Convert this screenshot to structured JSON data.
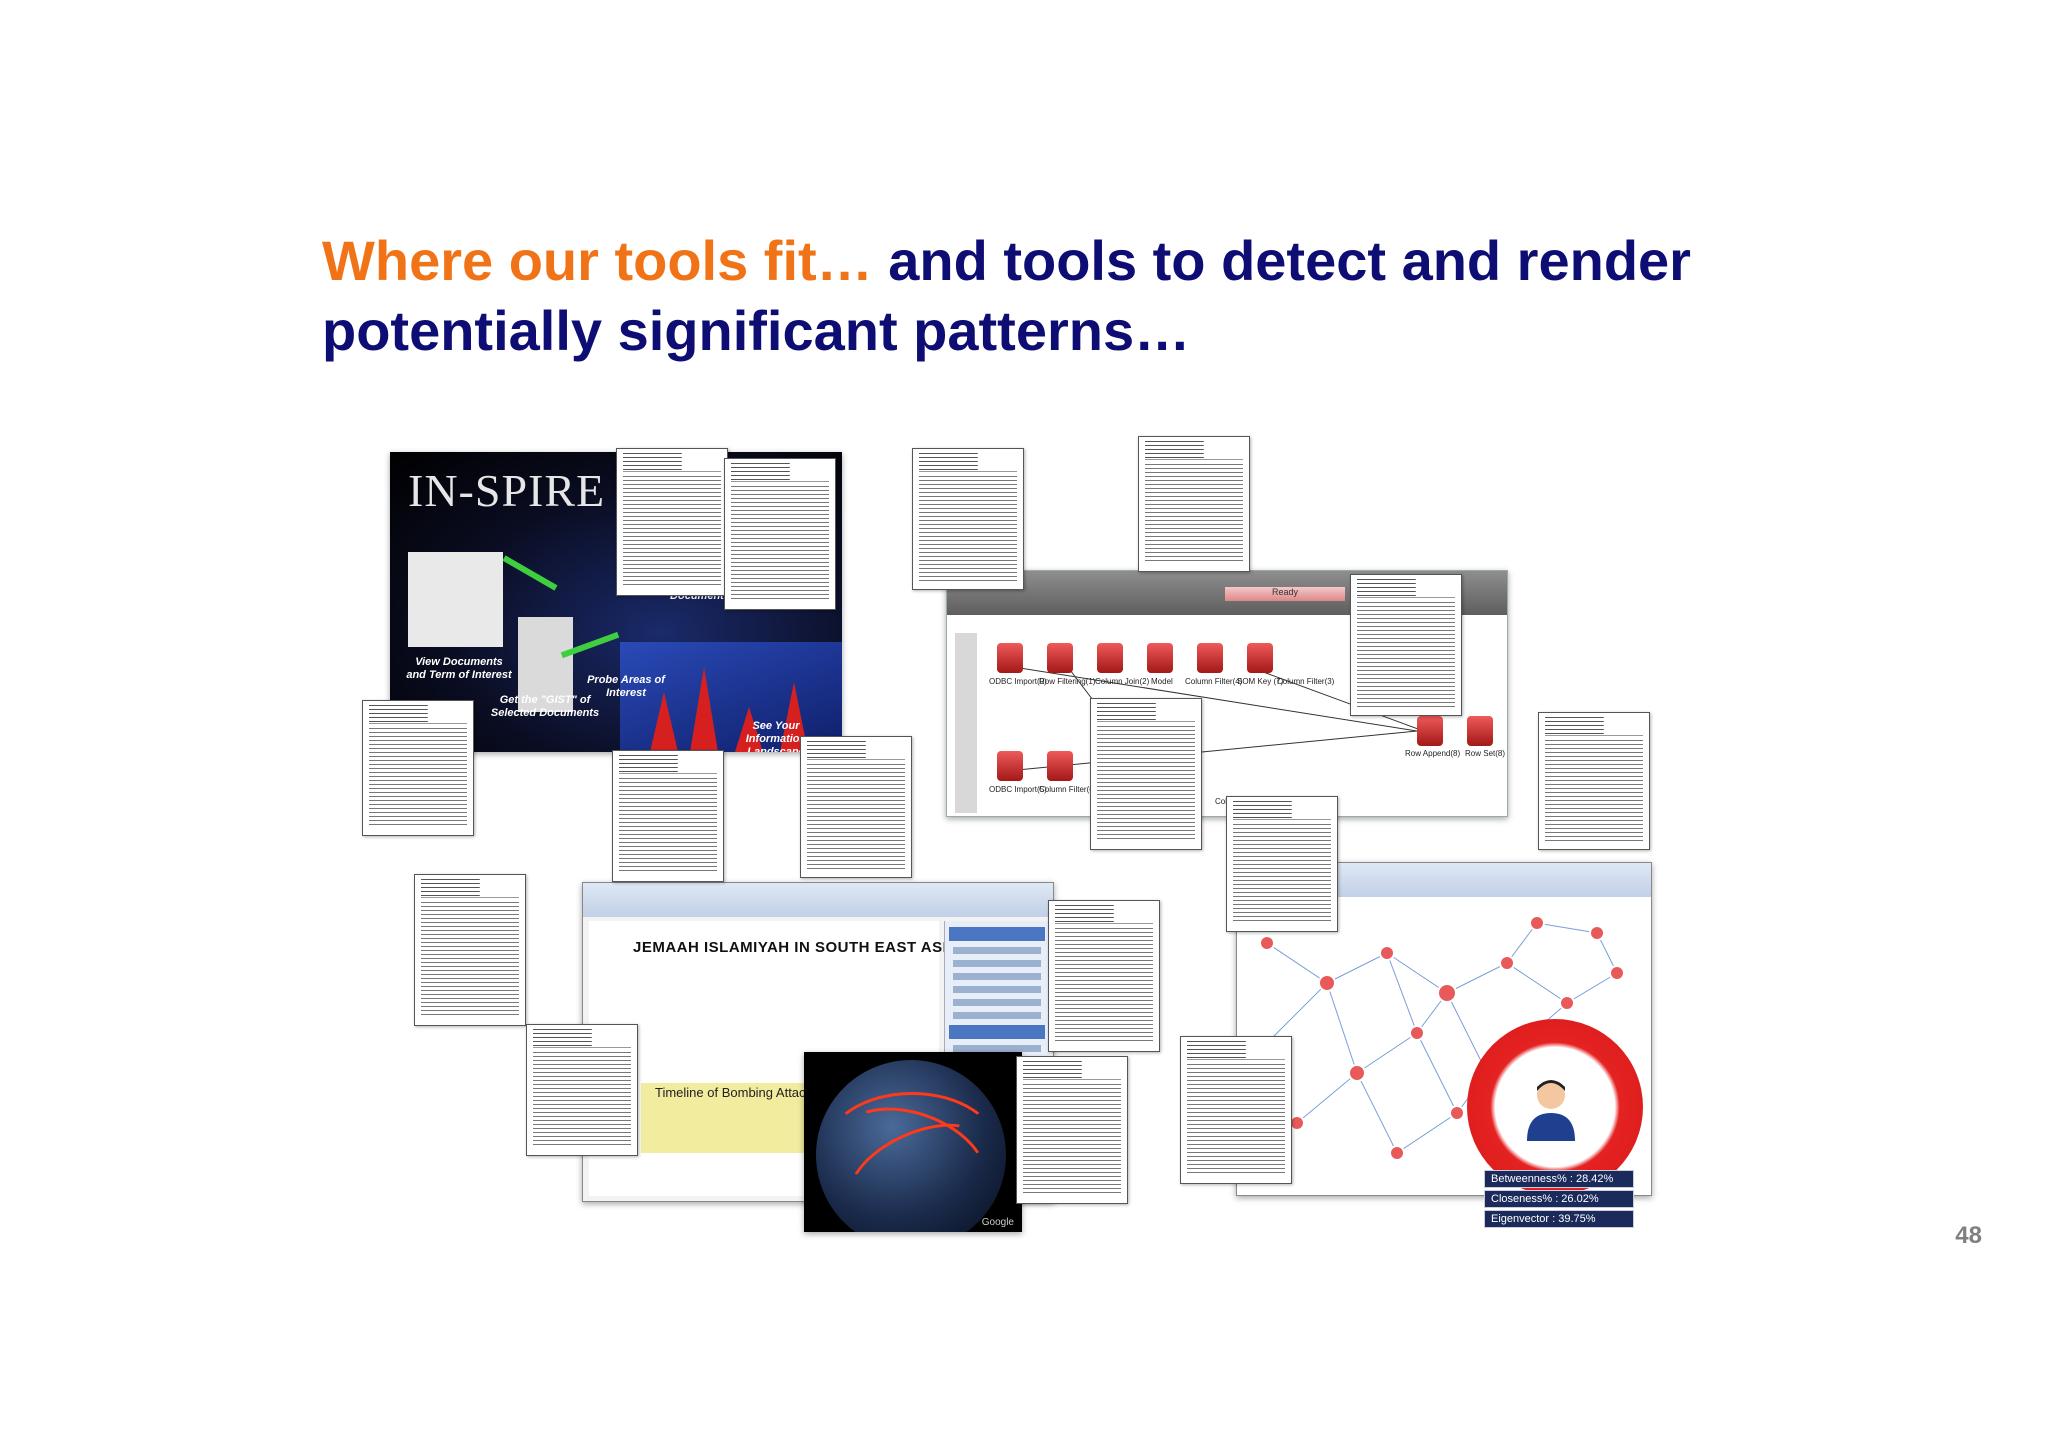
{
  "slide": {
    "title_accent": "Where our tools fit…",
    "title_rest": " and tools to detect and render potentially significant patterns…",
    "page_number": "48"
  },
  "inspire": {
    "brand": "IN-SPIRE",
    "labels": {
      "view_docs": "View Documents and Term of Interest",
      "gist": "Get the \"GIST\" of Selected Documents",
      "probe": "Probe Areas of Interest",
      "documents": "Documents",
      "landscape": "See Your Information Landscape"
    }
  },
  "dataflow": {
    "status": "Ready",
    "nodes": [
      "ODBC Import(0)",
      "Row Filtering(1)",
      "Column Join(2)",
      "Model",
      "Column Filter(4)",
      "SOM Key (7)",
      "Column Filter(3)",
      "ODBC Import(5)",
      "Column Filter(6)",
      "Column Filter(7)",
      "Row Append(8)",
      "Row Set(8)"
    ]
  },
  "notebook": {
    "heading": "JEMAAH ISLAMIYAH IN SOUTH EAST ASIA",
    "timeline_title": "Timeline of Bombing Attacks"
  },
  "globe": {
    "mark": "Google"
  },
  "network": {
    "metrics": [
      "Betweenness% : 28.42%",
      "Closeness% : 26.02%",
      "Eigenvector : 39.75%"
    ]
  }
}
